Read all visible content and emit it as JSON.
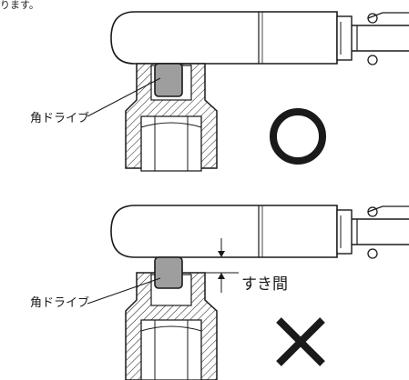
{
  "top_note": "ります。",
  "diagram_correct": {
    "callout_label": "角ドライブ",
    "verdict_symbol": "○"
  },
  "diagram_incorrect": {
    "callout_label": "角ドライブ",
    "gap_label": "すき間",
    "verdict_symbol": "✕"
  },
  "colors": {
    "line": "#1a1a1a",
    "drive_fill": "#9e9e9e",
    "hatch": "#1a1a1a",
    "background": "#ffffff"
  }
}
